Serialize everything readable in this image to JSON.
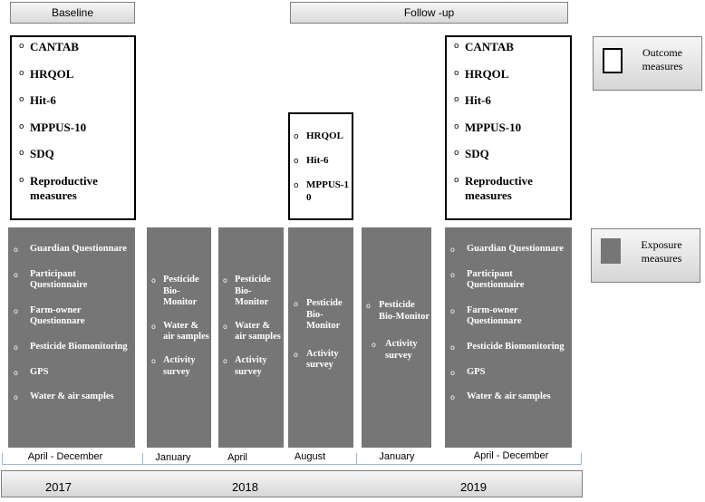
{
  "headers": {
    "baseline": "Baseline",
    "followup": "Follow -up"
  },
  "outcome_boxes": [
    {
      "id": "baseline",
      "items": [
        "CANTAB",
        "HRQOL",
        "Hit-6",
        "MPPUS-10",
        "SDQ",
        "Reproductive measures"
      ]
    },
    {
      "id": "august",
      "items": [
        "HRQOL",
        "Hit-6",
        "MPPUS-10"
      ]
    },
    {
      "id": "followup",
      "items": [
        "CANTAB",
        "HRQOL",
        "Hit-6",
        "MPPUS-10",
        "SDQ",
        "Reproductive measures"
      ]
    }
  ],
  "exposure_boxes": [
    {
      "id": "april-december-2017",
      "items": [
        "Guardian Questionnare",
        "Participant Questionnaire",
        "Farm-owner Questionnare",
        "Pesticide Biomonitoring",
        "GPS",
        "Water & air samples"
      ]
    },
    {
      "id": "january-2018",
      "items": [
        "Pesticide Bio-Monitor",
        "Water & air samples",
        "Activity survey"
      ]
    },
    {
      "id": "april-2018",
      "items": [
        "Pesticide Bio-Monitor",
        "Water & air samples",
        "Activity survey"
      ]
    },
    {
      "id": "august-2018",
      "items": [
        "Pesticide Bio-Monitor",
        "Activity survey"
      ]
    },
    {
      "id": "january-2019",
      "items": [
        "Pesticide Bio-Monitor",
        "Activity survey"
      ]
    },
    {
      "id": "april-december-2019",
      "items": [
        "Guardian Questionnare",
        "Participant Questionnaire",
        "Farm-owner Questionnare",
        "Pesticide Biomonitoring",
        "GPS",
        "Water & air samples"
      ]
    }
  ],
  "legend": {
    "outcome": "Outcome measures",
    "exposure": "Exposure measures"
  },
  "timeline": {
    "periods": [
      "April - December",
      "January",
      "April",
      "August",
      "January",
      "April - December"
    ],
    "years": [
      "2017",
      "2018",
      "2019"
    ]
  },
  "bullet_glyph": "o",
  "colors": {
    "exposure_fill": "#767676",
    "axis": "#9bb7d9"
  }
}
